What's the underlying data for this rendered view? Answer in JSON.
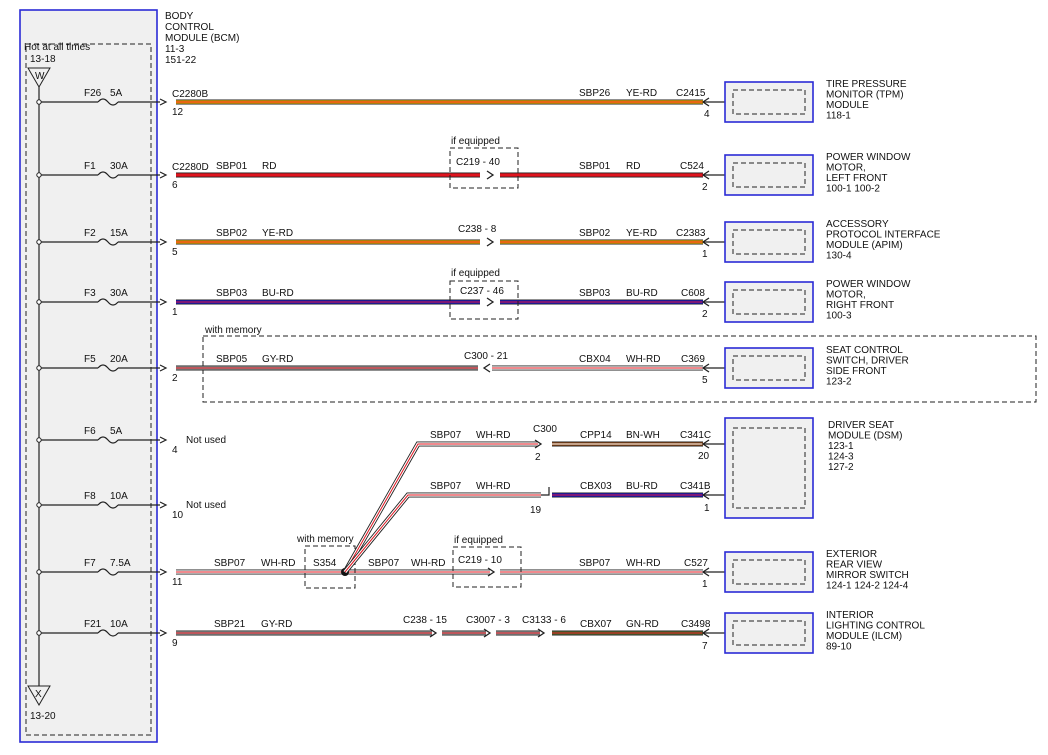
{
  "bcm": {
    "title": [
      "BODY",
      "CONTROL",
      "MODULE (BCM)",
      "11-3",
      "151-22"
    ],
    "hot_label": "Hot at all times",
    "hot_ref": "13-18",
    "top_ground": "W",
    "bottom_ground": "X",
    "bottom_ref": "13-20"
  },
  "circuits": [
    {
      "fuse": "F26",
      "amps": "5A",
      "conn": "C2280B",
      "pin": "12",
      "left_wire": "",
      "left_color": "",
      "mid_conn": "",
      "mid_note": "",
      "right_wire": "SBP26",
      "right_color": "YE-RD",
      "end_conn": "C2415",
      "end_pin": "4"
    },
    {
      "fuse": "F1",
      "amps": "30A",
      "conn": "C2280D",
      "pin": "6",
      "left_wire": "SBP01",
      "left_color": "RD",
      "mid_conn": "C219 - 40",
      "mid_note": "if equipped",
      "right_wire": "SBP01",
      "right_color": "RD",
      "end_conn": "C524",
      "end_pin": "2"
    },
    {
      "fuse": "F2",
      "amps": "15A",
      "conn": "",
      "pin": "5",
      "left_wire": "SBP02",
      "left_color": "YE-RD",
      "mid_conn": "C238 - 8",
      "mid_note": "",
      "right_wire": "SBP02",
      "right_color": "YE-RD",
      "end_conn": "C2383",
      "end_pin": "1"
    },
    {
      "fuse": "F3",
      "amps": "30A",
      "conn": "",
      "pin": "1",
      "left_wire": "SBP03",
      "left_color": "BU-RD",
      "mid_conn": "C237 - 46",
      "mid_note": "if equipped",
      "right_wire": "SBP03",
      "right_color": "BU-RD",
      "end_conn": "C608",
      "end_pin": "2"
    },
    {
      "fuse": "F5",
      "amps": "20A",
      "conn": "",
      "pin": "2",
      "left_wire": "SBP05",
      "left_color": "GY-RD",
      "mid_conn": "C300 - 21",
      "mid_note": "",
      "right_wire": "CBX04",
      "right_color": "WH-RD",
      "end_conn": "C369",
      "end_pin": "5"
    },
    {
      "fuse": "F6",
      "amps": "5A",
      "conn": "",
      "pin": "4",
      "status": "Not used"
    },
    {
      "fuse": "F8",
      "amps": "10A",
      "conn": "",
      "pin": "10",
      "status": "Not used"
    },
    {
      "fuse": "F7",
      "amps": "7.5A",
      "conn": "",
      "pin": "11",
      "left_wire": "SBP07",
      "left_color": "WH-RD",
      "splice": "S354",
      "splice_note": "with memory",
      "mid_wire": "SBP07",
      "mid_color": "WH-RD",
      "mid_conn": "C219 - 10",
      "mid_note": "if equipped",
      "right_wire": "SBP07",
      "right_color": "WH-RD",
      "end_conn": "C527",
      "end_pin": "1"
    },
    {
      "fuse": "F21",
      "amps": "10A",
      "conn": "",
      "pin": "9",
      "left_wire": "SBP21",
      "left_color": "GY-RD",
      "mid_conn": "C238 - 15",
      "mid_conn2": "C3007 - 3",
      "mid_conn3": "C3133 - 6",
      "right_wire": "CBX07",
      "right_color": "GN-RD",
      "end_conn": "C3498",
      "end_pin": "7"
    }
  ],
  "memory_note": "with memory",
  "dsm_branches": [
    {
      "wire": "SBP07",
      "color": "WH-RD",
      "conn": "C300",
      "pin": "2",
      "right_wire": "CPP14",
      "right_color": "BN-WH",
      "end_conn": "C341C",
      "end_pin": "20"
    },
    {
      "wire": "SBP07",
      "color": "WH-RD",
      "conn": "",
      "pin": "19",
      "right_wire": "CBX03",
      "right_color": "BU-RD",
      "end_conn": "C341B",
      "end_pin": "1"
    }
  ],
  "modules": [
    {
      "lines": [
        "TIRE PRESSURE",
        "MONITOR (TPM)",
        "MODULE",
        "118-1"
      ]
    },
    {
      "lines": [
        "POWER WINDOW",
        "MOTOR,",
        "LEFT FRONT",
        "100-1   100-2"
      ]
    },
    {
      "lines": [
        "ACCESSORY",
        "PROTOCOL INTERFACE",
        "MODULE (APIM)",
        "130-4"
      ]
    },
    {
      "lines": [
        "POWER WINDOW",
        "MOTOR,",
        "RIGHT FRONT",
        "100-3"
      ]
    },
    {
      "lines": [
        "SEAT CONTROL",
        "SWITCH, DRIVER",
        "SIDE FRONT",
        "123-2"
      ]
    },
    {
      "lines": [
        "DRIVER SEAT",
        "MODULE (DSM)",
        "123-1",
        "124-3",
        "127-2"
      ]
    },
    {
      "lines": [
        "EXTERIOR",
        "REAR VIEW",
        "MIRROR SWITCH",
        "124-1   124-2   124-4"
      ]
    },
    {
      "lines": [
        "INTERIOR",
        "LIGHTING CONTROL",
        "MODULE (ILCM)",
        "89-10"
      ]
    }
  ],
  "colors": {
    "frame": "#2b2bd6",
    "red": "#e0141e",
    "yellow": "#f2b705",
    "blue": "#1a1ad0",
    "green": "#556b2f",
    "gray": "#9a9a9a",
    "white": "#ffffff",
    "brown": "#8b4513"
  }
}
